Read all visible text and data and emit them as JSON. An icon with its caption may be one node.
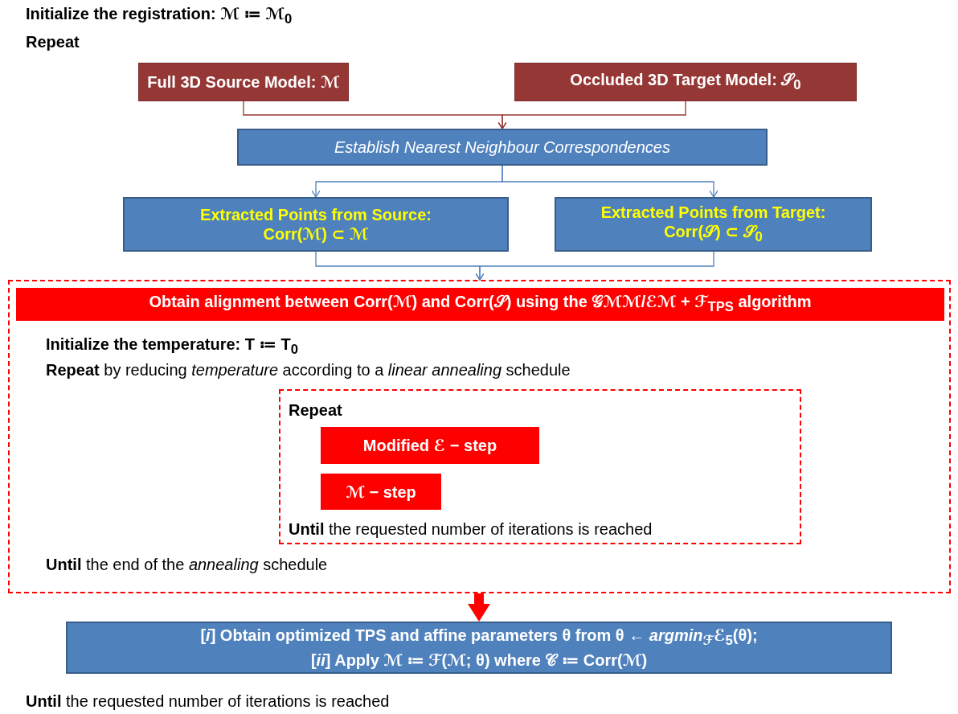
{
  "diagram": {
    "nodes": [
      {
        "text": [
          "Full 3D Source Model: ℳ"
        ]
      },
      {
        "text": [
          "Occluded 3D Target Model: 𝒮$_{0}$"
        ]
      },
      {
        "text": [
          "Establish Nearest Neighbour Correspondences"
        ]
      },
      {
        "text": [
          "Extracted Points from Source: Corr(ℳ) ⊂ ℳ"
        ]
      },
      {
        "text": [
          "Extracted Points from Target: Corr(𝒮) ⊂ 𝒮$_{0}$"
        ]
      },
      {
        "text": [
          "Initialize the temperature: T ≔ T$_{0}$",
          "**Repeat** by reducing *temperature* according to a *linear annealing* schedule",
          "**Until** the end of the *annealing* schedule"
        ]
      },
      {
        "text": [
          "Obtain alignment between Corr(ℳ) and Corr(𝒮) using the 𝒢ℳℳ/ℰℳ + ℱ$_{TPS}$ algorithm"
        ],
        "in": 5
      },
      {
        "text": [
          "**Repeat**",
          "**Until** the requested number of iterations is reached"
        ],
        "in": 5
      },
      {
        "text": [
          "Modified ℰ − step"
        ],
        "in": 7
      },
      {
        "text": [
          "ℳ − step"
        ],
        "in": 7
      },
      {
        "text": [
          "[*i*] Obtain optimized TPS and affine parameters θ from θ ← *argmin*$_{ℱ}$ℰ$_{5}$(θ);",
          "[*ii*] Apply ℳ ≔ ℱ(ℳ; θ) where 𝒞 ≔ Corr(ℳ)"
        ]
      }
    ],
    "edges": [
      {
        "from": 0,
        "to": 2,
        "arrow": "to",
        "color": "#953735"
      },
      {
        "from": 1,
        "to": 2,
        "arrow": "to",
        "color": "#953735"
      },
      {
        "from": 2,
        "to": 3,
        "arrow": "to"
      },
      {
        "from": 2,
        "to": 4,
        "arrow": "to"
      },
      {
        "from": 3,
        "to": 5,
        "arrow": "to"
      },
      {
        "from": 4,
        "to": 5,
        "arrow": "to"
      },
      {
        "from": 5,
        "to": 10,
        "arrow": "to",
        "style": "thick",
        "color": "#ff0000"
      }
    ],
    "labels": [
      "Initialize the registration: ℳ ≔ ℳ$_{0}$",
      "Repeat",
      "**Until** the requested number of iterations is reached"
    ]
  }
}
